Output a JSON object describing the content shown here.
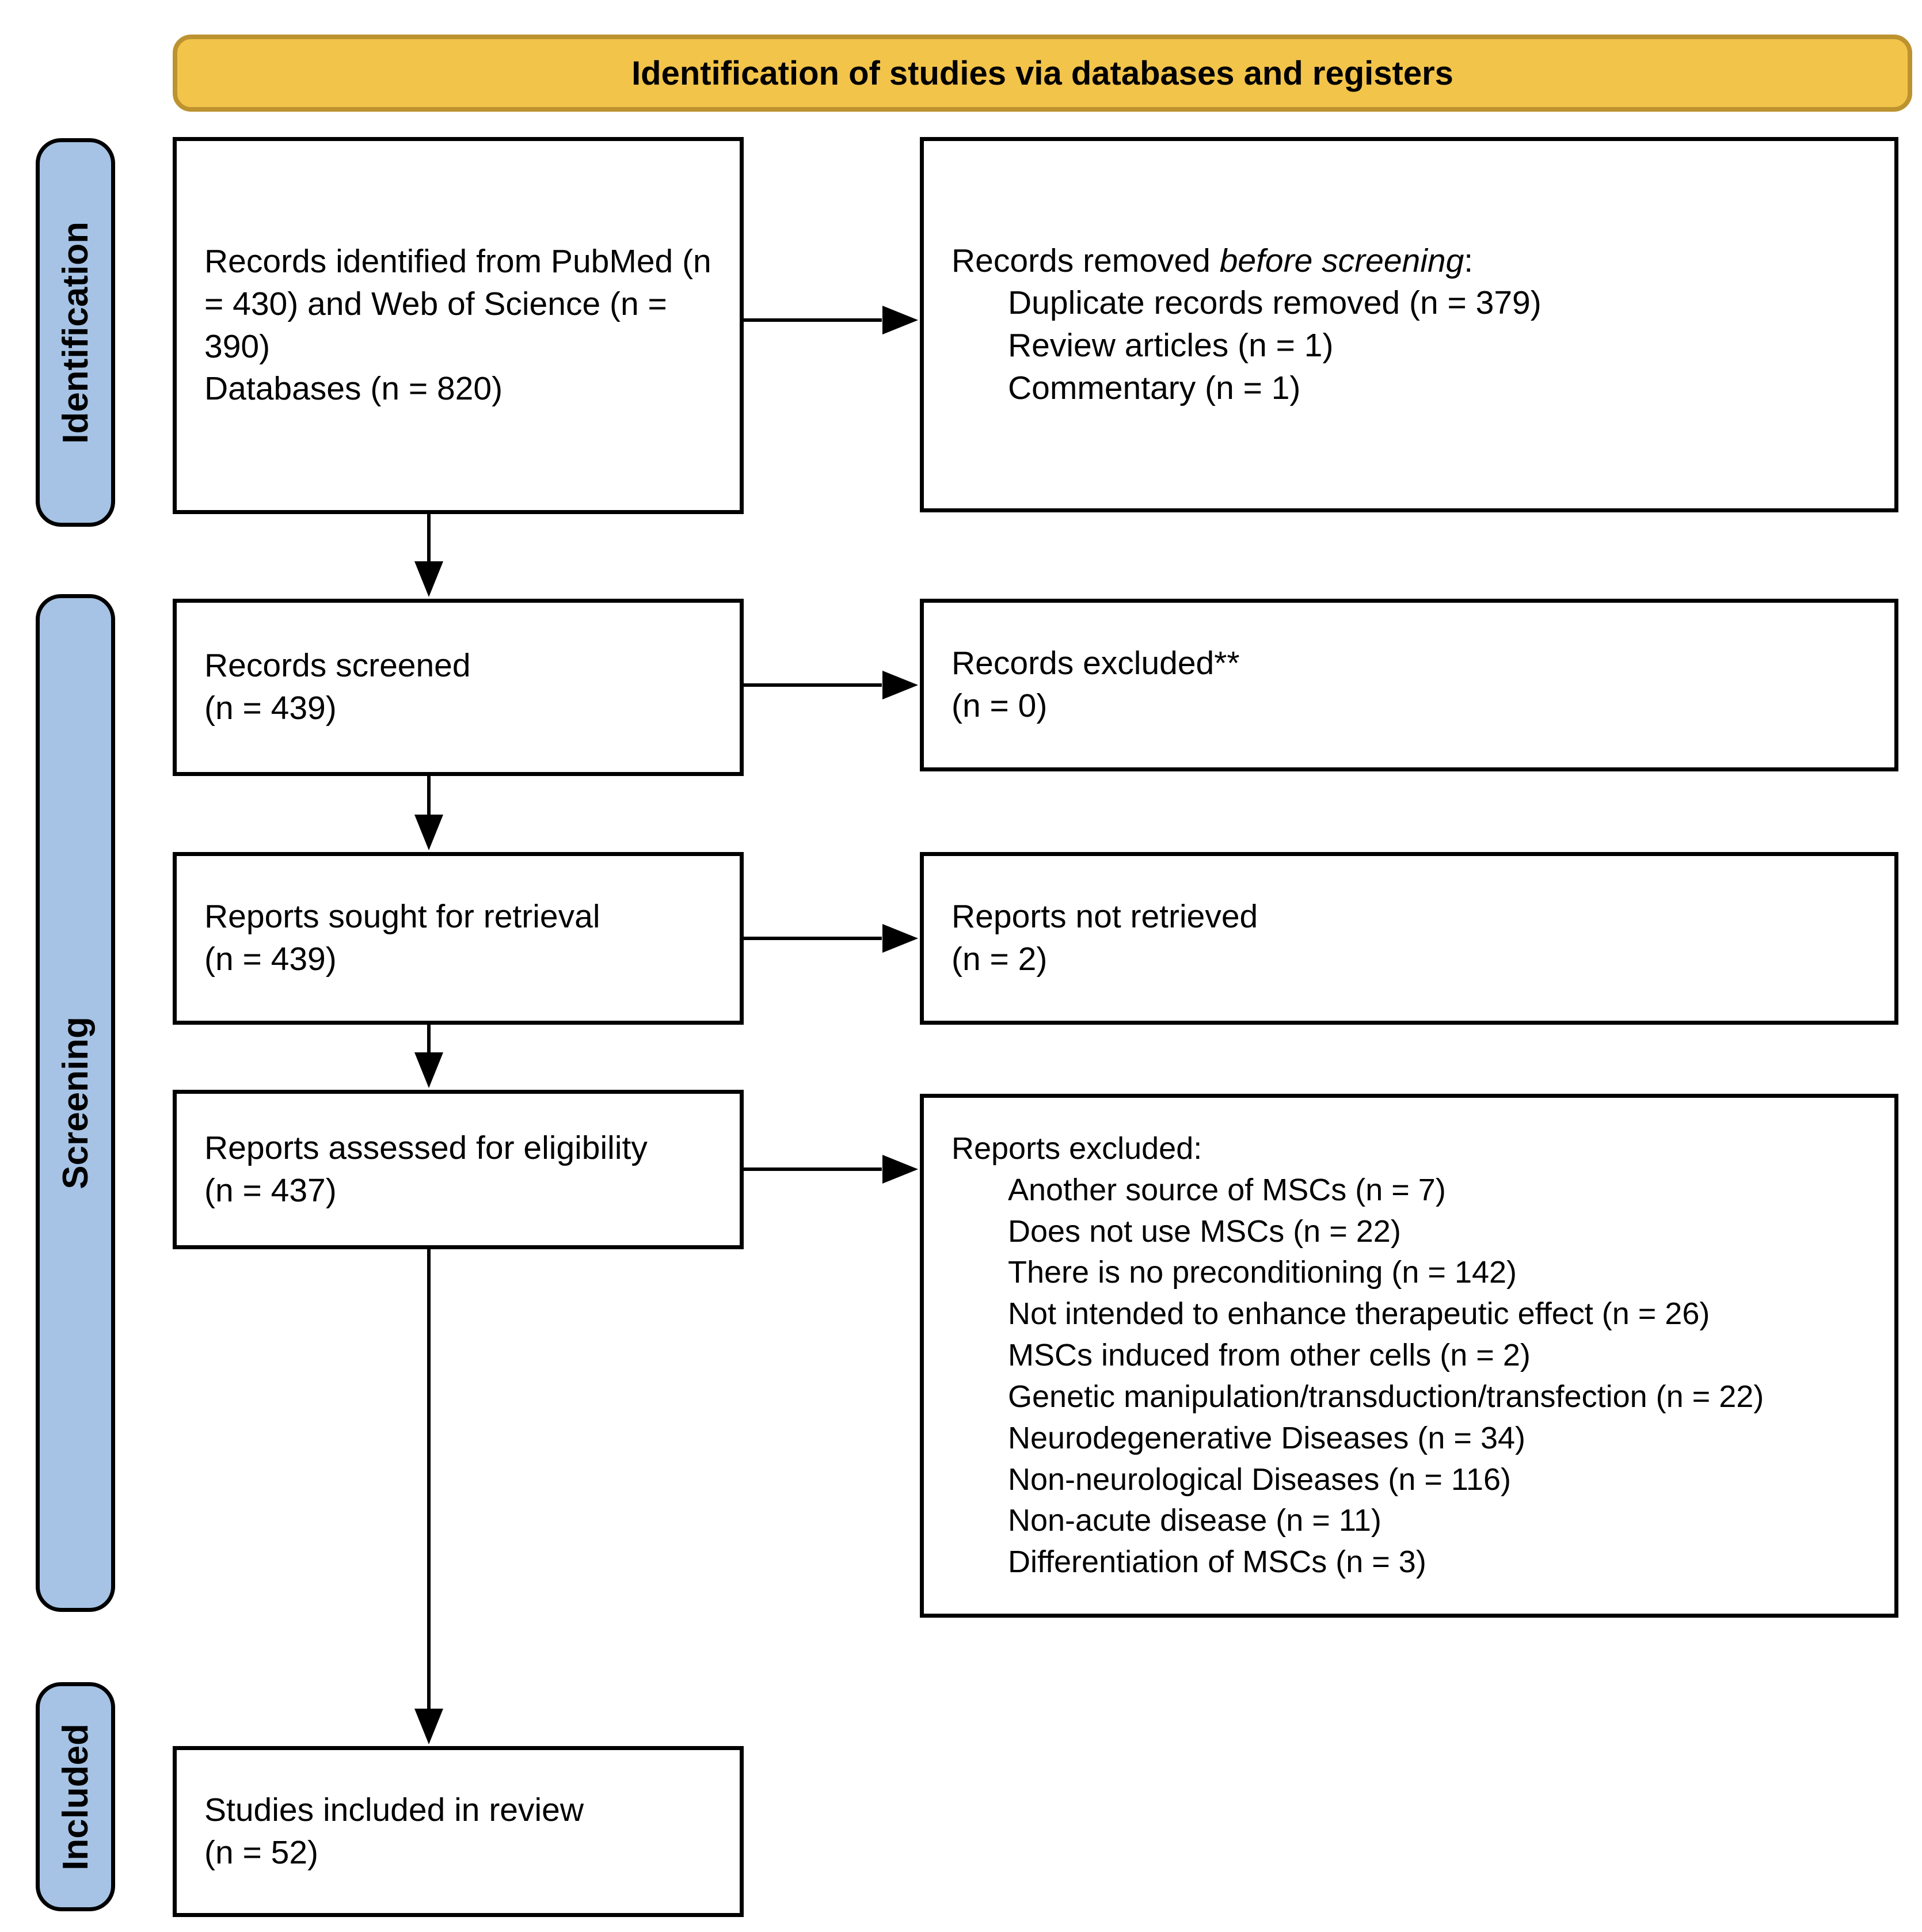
{
  "header": {
    "title": "Identification of studies via databases and registers"
  },
  "side_labels": {
    "identification": "Identification",
    "screening": "Screening",
    "included": "Included"
  },
  "boxes": {
    "identified": {
      "line1": "Records identified from PubMed (n = 430) and Web of Science (n = 390)",
      "line2": "Databases (n = 820)"
    },
    "removed": {
      "intro_prefix": "Records removed ",
      "intro_italic": "before screening",
      "intro_suffix": ":",
      "items": [
        "Duplicate records removed (n = 379)",
        "Review articles (n = 1)",
        "Commentary (n = 1)"
      ]
    },
    "screened": {
      "line1": "Records screened",
      "line2": "(n = 439)"
    },
    "excluded": {
      "line1": "Records excluded**",
      "line2": "(n = 0)"
    },
    "sought": {
      "line1": "Reports sought for retrieval",
      "line2": "(n = 439)"
    },
    "not_retrieved": {
      "line1": "Reports not retrieved",
      "line2": "(n = 2)"
    },
    "assessed": {
      "line1": "Reports assessed for eligibility",
      "line2": "(n = 437)"
    },
    "reports_excluded": {
      "intro": "Reports excluded:",
      "items": [
        "Another source of MSCs (n = 7)",
        "Does not use MSCs (n = 22)",
        "There is no preconditioning (n = 142)",
        "Not intended to enhance therapeutic effect (n = 26)",
        "MSCs induced from other cells (n = 2)",
        "Genetic manipulation/transduction/transfection (n = 22)",
        "Neurodegenerative Diseases (n = 34)",
        "Non-neurological Diseases (n = 116)",
        "Non-acute disease (n = 11)",
        "Differentiation of MSCs (n = 3)"
      ]
    },
    "included_studies": {
      "line1": "Studies included in review",
      "line2": "(n = 52)"
    }
  },
  "colors": {
    "banner_fill": "#F2C44A",
    "banner_border": "#BD9330",
    "side_label_fill": "#A6C3E5",
    "box_border": "#000000",
    "arrow": "#000000"
  }
}
